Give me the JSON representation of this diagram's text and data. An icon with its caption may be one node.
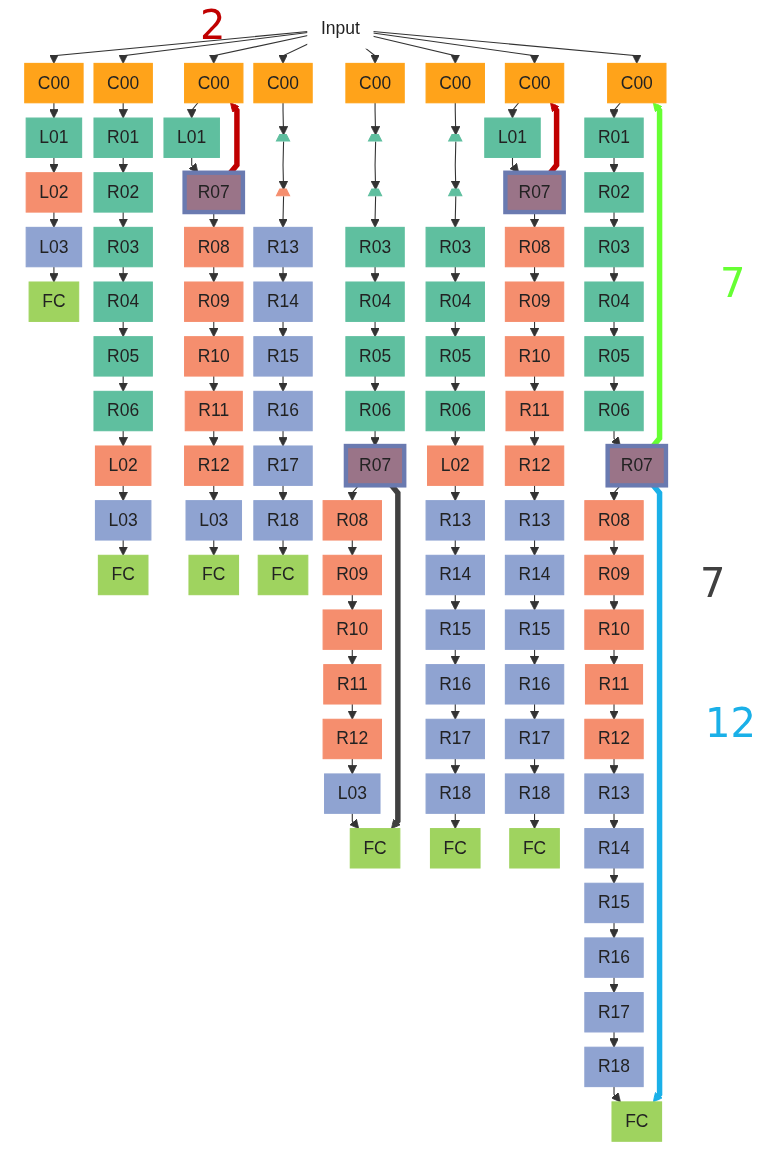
{
  "diagram": {
    "nodes": [
      {
        "text": [
          "Input"
        ]
      },
      {
        "text": [
          "C00"
        ]
      },
      {
        "text": [
          "L01"
        ]
      },
      {
        "text": [
          "L02"
        ]
      },
      {
        "text": [
          "L03"
        ]
      },
      {
        "text": [
          "FC"
        ]
      },
      {
        "text": [
          "C00"
        ]
      },
      {
        "text": [
          "R01"
        ]
      },
      {
        "text": [
          "R02"
        ]
      },
      {
        "text": [
          "R03"
        ]
      },
      {
        "text": [
          "R04"
        ]
      },
      {
        "text": [
          "R05"
        ]
      },
      {
        "text": [
          "R06"
        ]
      },
      {
        "text": [
          "L02"
        ]
      },
      {
        "text": [
          "L03"
        ]
      },
      {
        "text": [
          "FC"
        ]
      },
      {
        "text": [
          "C00"
        ]
      },
      {
        "text": [
          "L01"
        ]
      },
      {
        "text": [
          "R07"
        ]
      },
      {
        "text": [
          "R08"
        ]
      },
      {
        "text": [
          "R09"
        ]
      },
      {
        "text": [
          "R10"
        ]
      },
      {
        "text": [
          "R11"
        ]
      },
      {
        "text": [
          "R12"
        ]
      },
      {
        "text": [
          "L03"
        ]
      },
      {
        "text": [
          "FC"
        ]
      },
      {
        "text": [
          "C00"
        ]
      },
      {
        "text": [],
        "shape": "box"
      },
      {
        "text": [],
        "shape": "box"
      },
      {
        "text": [
          "R13"
        ]
      },
      {
        "text": [
          "R14"
        ]
      },
      {
        "text": [
          "R15"
        ]
      },
      {
        "text": [
          "R16"
        ]
      },
      {
        "text": [
          "R17"
        ]
      },
      {
        "text": [
          "R18"
        ]
      },
      {
        "text": [
          "FC"
        ]
      },
      {
        "text": [
          "C00"
        ]
      },
      {
        "text": [],
        "shape": "box"
      },
      {
        "text": [],
        "shape": "box"
      },
      {
        "text": [
          "R03"
        ]
      },
      {
        "text": [
          "R04"
        ]
      },
      {
        "text": [
          "R05"
        ]
      },
      {
        "text": [
          "R06"
        ]
      },
      {
        "text": [
          "R07"
        ]
      },
      {
        "text": [
          "R08"
        ]
      },
      {
        "text": [
          "R09"
        ]
      },
      {
        "text": [
          "R10"
        ]
      },
      {
        "text": [
          "R11"
        ]
      },
      {
        "text": [
          "R12"
        ]
      },
      {
        "text": [
          "L03"
        ]
      },
      {
        "text": [
          "FC"
        ]
      },
      {
        "text": [
          "C00"
        ]
      },
      {
        "text": [],
        "shape": "box"
      },
      {
        "text": [],
        "shape": "box"
      },
      {
        "text": [
          "R03"
        ]
      },
      {
        "text": [
          "R04"
        ]
      },
      {
        "text": [
          "R05"
        ]
      },
      {
        "text": [
          "R06"
        ]
      },
      {
        "text": [
          "L02"
        ]
      },
      {
        "text": [
          "R13"
        ]
      },
      {
        "text": [
          "R14"
        ]
      },
      {
        "text": [
          "R15"
        ]
      },
      {
        "text": [
          "R16"
        ]
      },
      {
        "text": [
          "R17"
        ]
      },
      {
        "text": [
          "R18"
        ]
      },
      {
        "text": [
          "FC"
        ]
      },
      {
        "text": [
          "C00"
        ]
      },
      {
        "text": [
          "L01"
        ]
      },
      {
        "text": [
          "R07"
        ]
      },
      {
        "text": [
          "R08"
        ]
      },
      {
        "text": [
          "R09"
        ]
      },
      {
        "text": [
          "R10"
        ]
      },
      {
        "text": [
          "R11"
        ]
      },
      {
        "text": [
          "R12"
        ]
      },
      {
        "text": [
          "R13"
        ]
      },
      {
        "text": [
          "R14"
        ]
      },
      {
        "text": [
          "R15"
        ]
      },
      {
        "text": [
          "R16"
        ]
      },
      {
        "text": [
          "R17"
        ]
      },
      {
        "text": [
          "R18"
        ]
      },
      {
        "text": [
          "FC"
        ]
      },
      {
        "text": [
          "C00"
        ]
      },
      {
        "text": [
          "R01"
        ]
      },
      {
        "text": [
          "R02"
        ]
      },
      {
        "text": [
          "R03"
        ]
      },
      {
        "text": [
          "R04"
        ]
      },
      {
        "text": [
          "R05"
        ]
      },
      {
        "text": [
          "R06"
        ]
      },
      {
        "text": [
          "R07"
        ]
      },
      {
        "text": [
          "R08"
        ]
      },
      {
        "text": [
          "R09"
        ]
      },
      {
        "text": [
          "R10"
        ]
      },
      {
        "text": [
          "R11"
        ]
      },
      {
        "text": [
          "R12"
        ]
      },
      {
        "text": [
          "R13"
        ]
      },
      {
        "text": [
          "R14"
        ]
      },
      {
        "text": [
          "R15"
        ]
      },
      {
        "text": [
          "R16"
        ]
      },
      {
        "text": [
          "R17"
        ]
      },
      {
        "text": [
          "R18"
        ]
      },
      {
        "text": [
          "FC"
        ]
      }
    ],
    "edges": [
      {
        "from": 0,
        "to": 1,
        "arrow": "to"
      },
      {
        "from": 0,
        "to": 6,
        "arrow": "to"
      },
      {
        "from": 0,
        "to": 16,
        "arrow": "to"
      },
      {
        "from": 0,
        "to": 26,
        "arrow": "to"
      },
      {
        "from": 0,
        "to": 36,
        "arrow": "to"
      },
      {
        "from": 0,
        "to": 51,
        "arrow": "to"
      },
      {
        "from": 0,
        "to": 66,
        "arrow": "to"
      },
      {
        "from": 0,
        "to": 81,
        "arrow": "to"
      },
      {
        "from": 1,
        "to": 2,
        "arrow": "to"
      },
      {
        "from": 2,
        "to": 3,
        "arrow": "to"
      },
      {
        "from": 3,
        "to": 4,
        "arrow": "to"
      },
      {
        "from": 4,
        "to": 5,
        "arrow": "to"
      },
      {
        "from": 6,
        "to": 7,
        "arrow": "to"
      },
      {
        "from": 7,
        "to": 8,
        "arrow": "to"
      },
      {
        "from": 8,
        "to": 9,
        "arrow": "to"
      },
      {
        "from": 9,
        "to": 10,
        "arrow": "to"
      },
      {
        "from": 10,
        "to": 11,
        "arrow": "to"
      },
      {
        "from": 11,
        "to": 12,
        "arrow": "to"
      },
      {
        "from": 12,
        "to": 13,
        "arrow": "to"
      },
      {
        "from": 13,
        "to": 14,
        "arrow": "to"
      },
      {
        "from": 14,
        "to": 15,
        "arrow": "to"
      },
      {
        "from": 16,
        "to": 17,
        "arrow": "to"
      },
      {
        "from": 17,
        "to": 18,
        "arrow": "to"
      },
      {
        "from": 18,
        "to": 19,
        "arrow": "to"
      },
      {
        "from": 19,
        "to": 20,
        "arrow": "to"
      },
      {
        "from": 20,
        "to": 21,
        "arrow": "to"
      },
      {
        "from": 21,
        "to": 22,
        "arrow": "to"
      },
      {
        "from": 22,
        "to": 23,
        "arrow": "to"
      },
      {
        "from": 23,
        "to": 24,
        "arrow": "to"
      },
      {
        "from": 24,
        "to": 25,
        "arrow": "to"
      },
      {
        "from": 26,
        "to": 27,
        "arrow": "to"
      },
      {
        "from": 27,
        "to": 28,
        "arrow": "to"
      },
      {
        "from": 28,
        "to": 29,
        "arrow": "to"
      },
      {
        "from": 29,
        "to": 30,
        "arrow": "to"
      },
      {
        "from": 30,
        "to": 31,
        "arrow": "to"
      },
      {
        "from": 31,
        "to": 32,
        "arrow": "to"
      },
      {
        "from": 32,
        "to": 33,
        "arrow": "to"
      },
      {
        "from": 33,
        "to": 34,
        "arrow": "to"
      },
      {
        "from": 34,
        "to": 35,
        "arrow": "to"
      },
      {
        "from": 36,
        "to": 37,
        "arrow": "to"
      },
      {
        "from": 37,
        "to": 38,
        "arrow": "to"
      },
      {
        "from": 38,
        "to": 39,
        "arrow": "to"
      },
      {
        "from": 39,
        "to": 40,
        "arrow": "to"
      },
      {
        "from": 40,
        "to": 41,
        "arrow": "to"
      },
      {
        "from": 41,
        "to": 42,
        "arrow": "to"
      },
      {
        "from": 42,
        "to": 43,
        "arrow": "to"
      },
      {
        "from": 43,
        "to": 44,
        "arrow": "to"
      },
      {
        "from": 44,
        "to": 45,
        "arrow": "to"
      },
      {
        "from": 45,
        "to": 46,
        "arrow": "to"
      },
      {
        "from": 46,
        "to": 47,
        "arrow": "to"
      },
      {
        "from": 47,
        "to": 48,
        "arrow": "to"
      },
      {
        "from": 48,
        "to": 49,
        "arrow": "to"
      },
      {
        "from": 49,
        "to": 50,
        "arrow": "to"
      },
      {
        "from": 51,
        "to": 52,
        "arrow": "to"
      },
      {
        "from": 52,
        "to": 53,
        "arrow": "to"
      },
      {
        "from": 53,
        "to": 54,
        "arrow": "to"
      },
      {
        "from": 54,
        "to": 55,
        "arrow": "to"
      },
      {
        "from": 55,
        "to": 56,
        "arrow": "to"
      },
      {
        "from": 56,
        "to": 57,
        "arrow": "to"
      },
      {
        "from": 57,
        "to": 58,
        "arrow": "to"
      },
      {
        "from": 58,
        "to": 59,
        "arrow": "to"
      },
      {
        "from": 59,
        "to": 60,
        "arrow": "to"
      },
      {
        "from": 60,
        "to": 61,
        "arrow": "to"
      },
      {
        "from": 61,
        "to": 62,
        "arrow": "to"
      },
      {
        "from": 62,
        "to": 63,
        "arrow": "to"
      },
      {
        "from": 63,
        "to": 64,
        "arrow": "to"
      },
      {
        "from": 64,
        "to": 65,
        "arrow": "to"
      },
      {
        "from": 66,
        "to": 67,
        "arrow": "to"
      },
      {
        "from": 67,
        "to": 68,
        "arrow": "to"
      },
      {
        "from": 68,
        "to": 69,
        "arrow": "to"
      },
      {
        "from": 69,
        "to": 70,
        "arrow": "to"
      },
      {
        "from": 70,
        "to": 71,
        "arrow": "to"
      },
      {
        "from": 71,
        "to": 72,
        "arrow": "to"
      },
      {
        "from": 72,
        "to": 73,
        "arrow": "to"
      },
      {
        "from": 73,
        "to": 74,
        "arrow": "to"
      },
      {
        "from": 74,
        "to": 75,
        "arrow": "to"
      },
      {
        "from": 75,
        "to": 76,
        "arrow": "to"
      },
      {
        "from": 76,
        "to": 77,
        "arrow": "to"
      },
      {
        "from": 77,
        "to": 78,
        "arrow": "to"
      },
      {
        "from": 78,
        "to": 79,
        "arrow": "to"
      },
      {
        "from": 79,
        "to": 80,
        "arrow": "to"
      },
      {
        "from": 81,
        "to": 82,
        "arrow": "to"
      },
      {
        "from": 82,
        "to": 83,
        "arrow": "to"
      },
      {
        "from": 83,
        "to": 84,
        "arrow": "to"
      },
      {
        "from": 84,
        "to": 85,
        "arrow": "to"
      },
      {
        "from": 85,
        "to": 86,
        "arrow": "to"
      },
      {
        "from": 86,
        "to": 87,
        "arrow": "to"
      },
      {
        "from": 87,
        "to": 88,
        "arrow": "to"
      },
      {
        "from": 88,
        "to": 89,
        "arrow": "to"
      },
      {
        "from": 89,
        "to": 90,
        "arrow": "to"
      },
      {
        "from": 90,
        "to": 91,
        "arrow": "to"
      },
      {
        "from": 91,
        "to": 92,
        "arrow": "to"
      },
      {
        "from": 92,
        "to": 93,
        "arrow": "to"
      },
      {
        "from": 93,
        "to": 94,
        "arrow": "to"
      },
      {
        "from": 94,
        "to": 95,
        "arrow": "to"
      },
      {
        "from": 95,
        "to": 96,
        "arrow": "to"
      },
      {
        "from": 96,
        "to": 97,
        "arrow": "to"
      },
      {
        "from": 97,
        "to": 98,
        "arrow": "to"
      },
      {
        "from": 98,
        "to": 99,
        "arrow": "to"
      },
      {
        "from": 99,
        "to": 100,
        "arrow": "to"
      },
      {
        "from": 18,
        "to": 16,
        "arrow": "to",
        "style": "thick",
        "color": "#c00000"
      },
      {
        "from": 68,
        "to": 66,
        "arrow": "to",
        "style": "thick",
        "color": "#c00000"
      },
      {
        "from": 88,
        "to": 81,
        "arrow": "to",
        "style": "thick",
        "color": "#66ff33"
      },
      {
        "from": 43,
        "to": 50,
        "arrow": "to",
        "style": "thick",
        "color": "#404040"
      },
      {
        "from": 88,
        "to": 100,
        "arrow": "to",
        "style": "thick",
        "color": "#1ab0e8"
      }
    ],
    "labels": [
      "2",
      "7",
      "7",
      "12"
    ]
  }
}
